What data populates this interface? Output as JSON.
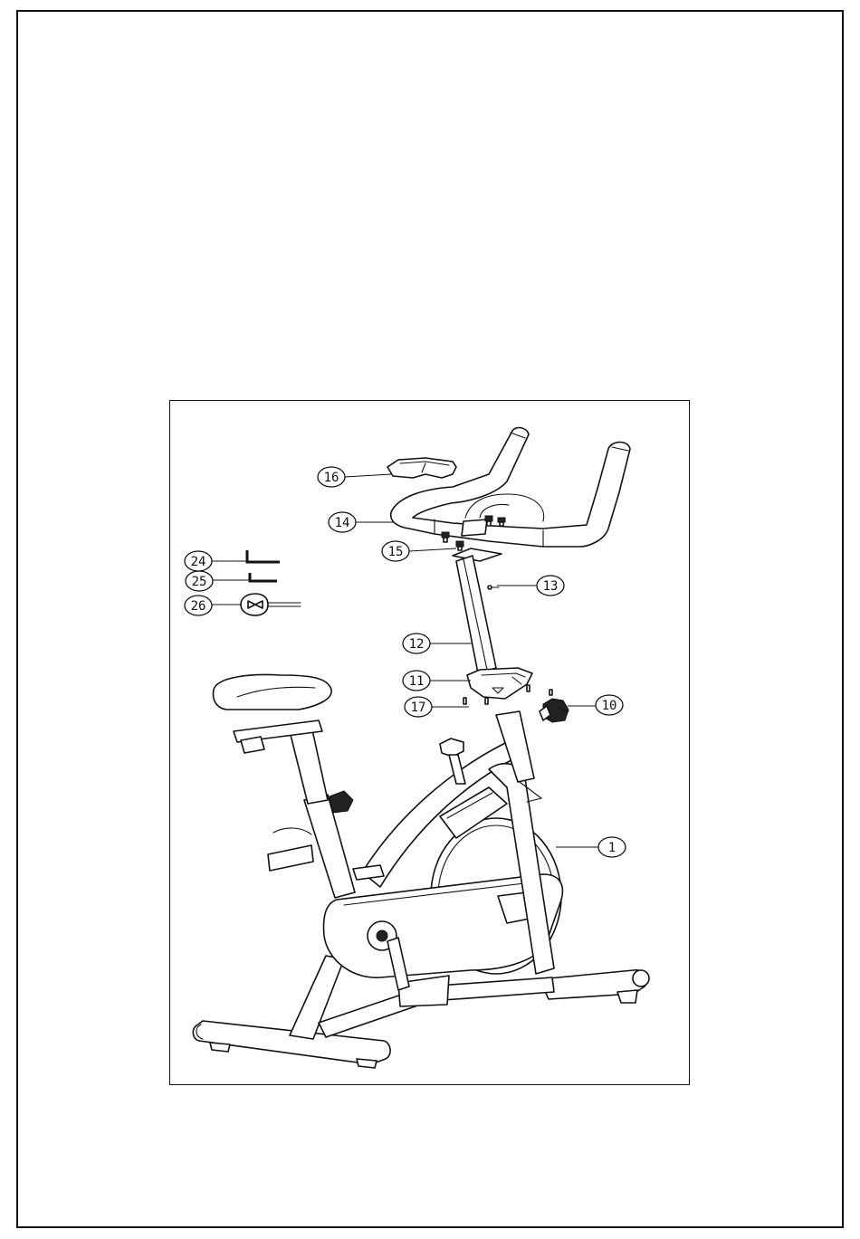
{
  "diagram": {
    "callouts": [
      {
        "id": "c16",
        "label": "16"
      },
      {
        "id": "c14",
        "label": "14"
      },
      {
        "id": "c15",
        "label": "15"
      },
      {
        "id": "c13",
        "label": "13"
      },
      {
        "id": "c24",
        "label": "24"
      },
      {
        "id": "c25",
        "label": "25"
      },
      {
        "id": "c26",
        "label": "26"
      },
      {
        "id": "c12",
        "label": "12"
      },
      {
        "id": "c11",
        "label": "11"
      },
      {
        "id": "c17",
        "label": "17"
      },
      {
        "id": "c10",
        "label": "10"
      },
      {
        "id": "c1",
        "label": "1"
      }
    ]
  }
}
